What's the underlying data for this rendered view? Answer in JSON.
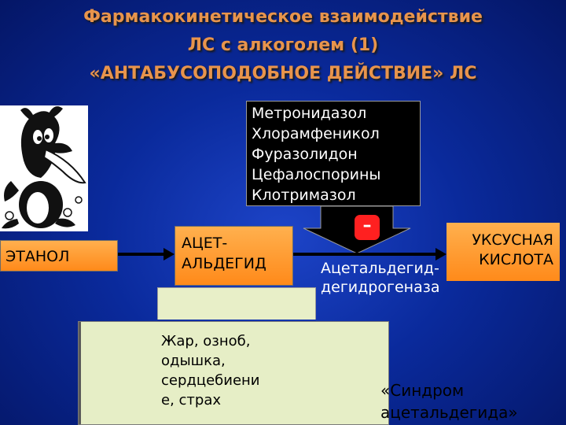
{
  "title": {
    "line1": "Фармакокинетическое взаимодействие",
    "line2": "ЛС с алкоголем (1)",
    "line3": "«АНТАБУСОПОДОБНОЕ ДЕЙСТВИЕ» ЛС"
  },
  "drugs": [
    "Метронидазол",
    "Хлорамфеникол",
    "Фуразолидон",
    "Цефалоспорины",
    "Клотримазол"
  ],
  "inhibition_sign": "–",
  "ethanol": "ЭТАНОЛ",
  "acetaldehyde": {
    "line1": "АЦЕТ-",
    "line2": "АЛЬДЕГИД"
  },
  "acetic_acid": {
    "line1": "УКСУСНАЯ",
    "line2": "КИСЛОТА"
  },
  "enzyme": {
    "line1": "Ацетальдегид-",
    "line2": "дегидрогеназа"
  },
  "symptoms": {
    "line1": "Жар, озноб,",
    "line2": "одышка,",
    "line3": "сердцебиени",
    "line4": "е, страх"
  },
  "syndrome": {
    "line1": "«Синдром",
    "line2": "ацетальдегида»"
  },
  "colors": {
    "background": "#0a2a9c",
    "title": "#e8944c",
    "orange_box": "#ff9a2e",
    "symptom_box": "#e6eec6",
    "inhibition": "#ff2020"
  },
  "icons": {
    "cartoon": "cartoon-character-illustration",
    "arrow": "arrow-right-icon",
    "block": "block-arrow-down-icon"
  }
}
